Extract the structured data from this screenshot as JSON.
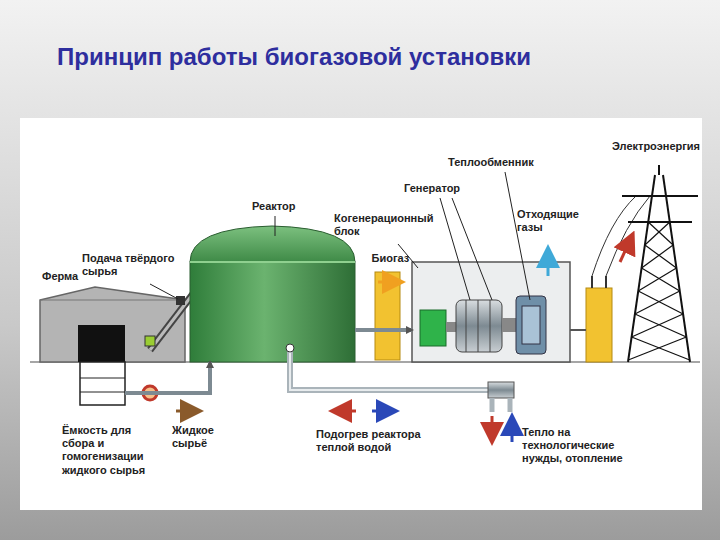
{
  "diagram": {
    "title": "Принцип работы биогазовой установки",
    "nodes": [
      {
        "text": [
          "Ферма"
        ]
      },
      {
        "text": [
          "Ёмкость для сбора и гомогенизации жидкого сырья"
        ]
      },
      {
        "text": [
          "Реактор"
        ]
      },
      {
        "text": [
          "Когенерационный блок"
        ]
      }
    ],
    "edges": [
      {
        "from": 1,
        "to": 2,
        "arrow": "to"
      },
      {
        "from": 2,
        "to": 3,
        "label": "Биогаз",
        "arrow": "to"
      }
    ],
    "labels": [
      "Подача твёрдого сырья",
      "Теплообменник",
      "Генератор",
      "Отходящие газы",
      "Электроэнергия",
      "Жидкое сырьё",
      "Подогрев реактора теплой водой",
      "Тепло на технологические нужды, отопление"
    ]
  }
}
